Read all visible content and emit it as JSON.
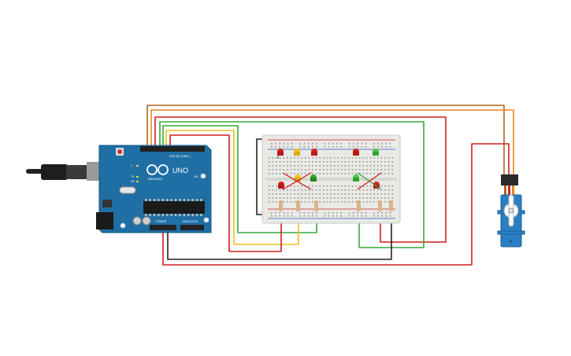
{
  "arduino": {
    "brand": "UNO",
    "maker": "ARDUINO",
    "digital_header": "DIGITAL (PWM~)",
    "power_header": "POWER",
    "analog_header": "ANALOG IN",
    "tx_label": "TX",
    "rx_label": "RX",
    "on_label": "ON",
    "l_label": "L",
    "board_color": "#1f6fa5"
  },
  "breadboard": {
    "leds_left": [
      "red",
      "yellow",
      "red"
    ],
    "leds_left_lower": [
      "red",
      "yellow",
      "green"
    ],
    "leds_right": [
      "red",
      "green"
    ],
    "leds_right_lower": [
      "green",
      "red"
    ]
  },
  "servo": {
    "body_color": "#2a7fc4"
  },
  "colors": {
    "wire_red": "#d11f1f",
    "wire_orange": "#e8861c",
    "wire_brown": "#b0651e",
    "wire_yellow": "#e8c21c",
    "wire_green": "#3aa83a",
    "wire_black": "#222222"
  }
}
